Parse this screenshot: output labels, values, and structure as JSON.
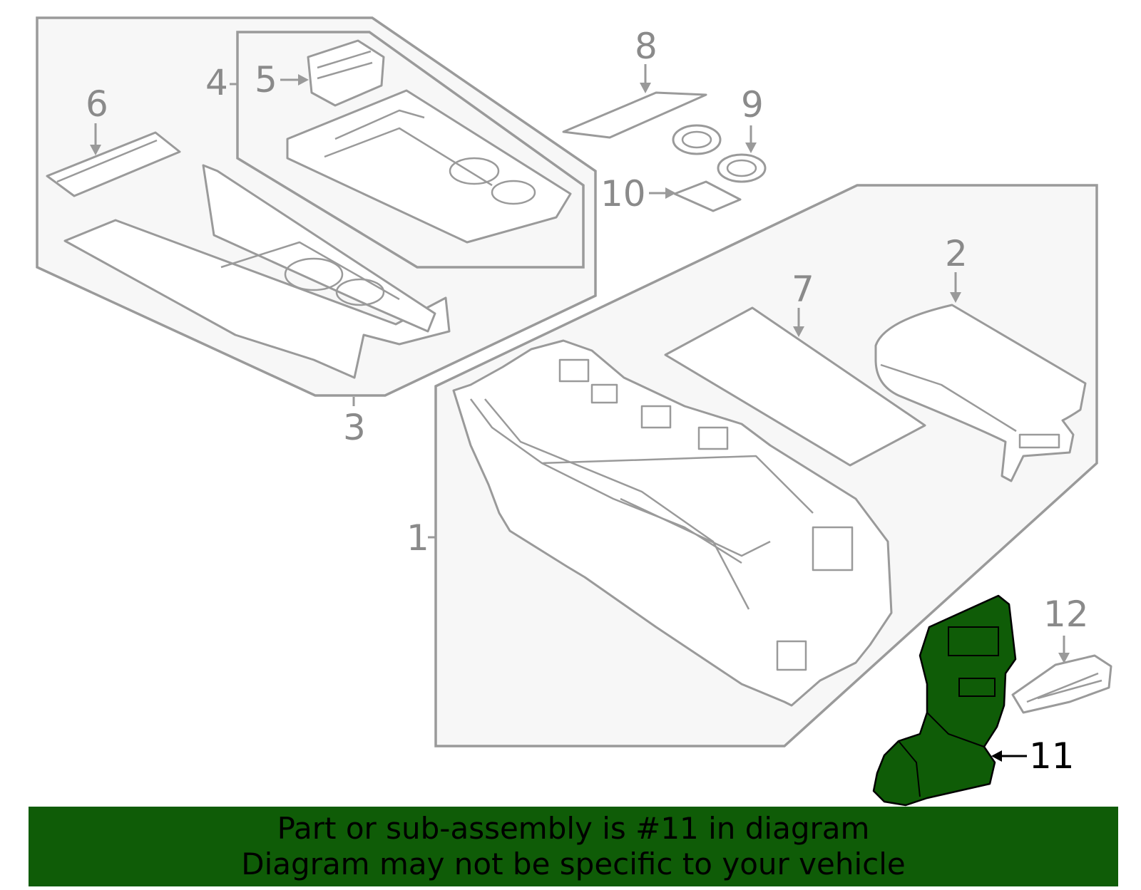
{
  "callouts": {
    "c1": "1",
    "c2": "2",
    "c3": "3",
    "c4": "4",
    "c5": "5",
    "c6": "6",
    "c7": "7",
    "c8": "8",
    "c9": "9",
    "c10": "10",
    "c11": "11",
    "c12": "12"
  },
  "highlight": {
    "part_number": "11",
    "color": "#0f5c07"
  },
  "banner": {
    "line1": "Part or sub-assembly is #11 in diagram",
    "line2": "Diagram may not be specific to your vehicle"
  }
}
